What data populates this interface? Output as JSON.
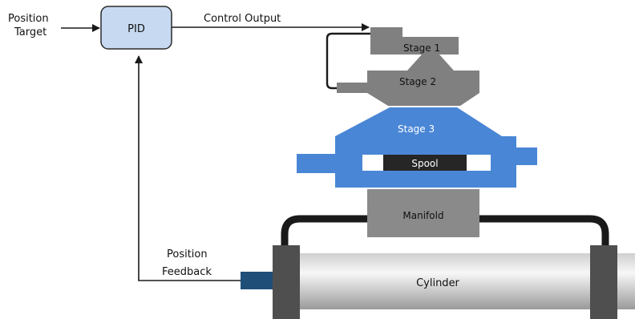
{
  "labels": {
    "position_target": [
      "Position",
      "Target"
    ],
    "pid": "PID",
    "control_output": "Control Output",
    "stage1": "Stage 1",
    "stage2": "Stage 2",
    "stage3": "Stage 3",
    "spool": "Spool",
    "manifold": "Manifold",
    "position_feedback": [
      "Position",
      "Feedback"
    ],
    "cylinder": "Cylinder"
  },
  "colors": {
    "pid_fill": "#c6d9f1",
    "pid_stroke": "#2b2b2b",
    "stage_gray": "#808080",
    "stage3_blue": "#4a86d6",
    "spool_dark": "#262626",
    "manifold_gray": "#8a8a8a",
    "feedback_blue": "#1f4e79",
    "end_cap": "#4f4f4f",
    "line": "#1a1a1a"
  }
}
